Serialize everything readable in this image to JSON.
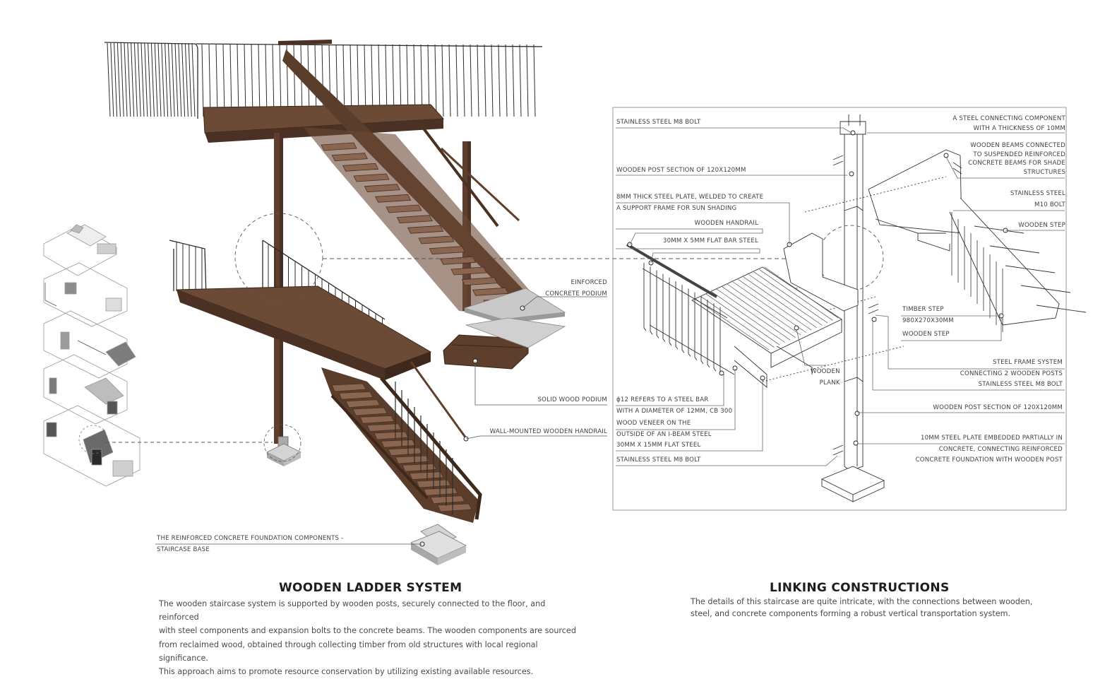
{
  "left_callouts": {
    "concrete_podium": [
      "EINFORCED",
      "CONCRETE PODIUM"
    ],
    "solid_wood_podium": "SOLID WOOD PODIUM",
    "wall_handrail": "WALL-MOUNTED WOODEN HANDRAIL",
    "foundation": [
      "THE REINFORCED CONCRETE FOUNDATION COMPONENTS -",
      "STAIRCASE BASE"
    ]
  },
  "detail_left": {
    "bolt_top": "STAINLESS STEEL M8 BOLT",
    "post_section": "WOODEN POST SECTION OF 120X120MM",
    "steel_plate": [
      "8MM THICK STEEL PLATE, WELDED TO CREATE",
      "A SUPPORT FRAME FOR SUN SHADING"
    ],
    "handrail": "WOODEN HANDRAIL",
    "flat_bar": "30MM X 5MM FLAT BAR STEEL",
    "steel_bar": [
      "ϕ12 REFERS TO A STEEL BAR",
      "WITH A DIAMETER OF 12MM, CB 300"
    ],
    "veneer": [
      "WOOD VENEER ON THE",
      "OUTSIDE OF AN I-BEAM STEEL"
    ],
    "flat_steel": "30MM X 15MM FLAT STEEL",
    "bolt_bottom": "STAINLESS STEEL M8 BOLT",
    "plank": [
      "WOODEN",
      "PLANK"
    ]
  },
  "detail_right": {
    "connector": [
      "A STEEL CONNECTING COMPONENT",
      "WITH A THICKNESS OF 10MM"
    ],
    "beams": [
      "WOODEN BEAMS CONNECTED",
      "TO SUSPENDED REINFORCED",
      "CONCRETE BEAMS FOR SHADE",
      "STRUCTURES"
    ],
    "m10_bolt": [
      "STAINLESS STEEL",
      "M10 BOLT"
    ],
    "wooden_step_top": "WOODEN STEP",
    "timber_step": [
      "TIMBER STEP",
      "980X270X30MM"
    ],
    "wooden_step": "WOODEN STEP",
    "frame_system": [
      "STEEL FRAME SYSTEM",
      "CONNECTING 2 WOODEN POSTS"
    ],
    "m8_bolt": "STAINLESS STEEL M8 BOLT",
    "post_section": "WOODEN POST SECTION OF 120X120MM",
    "embedded_plate": [
      "10MM STEEL PLATE EMBEDDED PARTIALLY IN",
      "CONCRETE, CONNECTING REINFORCED",
      "CONCRETE FOUNDATION WITH WOODEN POST"
    ]
  },
  "sections": {
    "left_title": "WOODEN LADDER SYSTEM",
    "left_body": [
      "The wooden staircase system is supported by wooden posts, securely connected to the floor, and reinforced",
      "with steel components and expansion bolts to the concrete beams. The wooden components are sourced",
      "from reclaimed wood, obtained through collecting timber from old structures with local regional significance.",
      "This approach aims to promote resource conservation by utilizing existing available resources."
    ],
    "right_title": "LINKING CONSTRUCTIONS",
    "right_body": [
      "The details of this staircase are quite intricate, with the connections between wooden,",
      "steel, and concrete components forming a robust vertical transportation system."
    ]
  },
  "colors": {
    "wood": "#6b4a36",
    "wood_dark": "#4a3124",
    "wood_light": "#8a6650",
    "steel": "#2b2b2b",
    "concrete": "#c9c9c9",
    "line": "#777777"
  }
}
